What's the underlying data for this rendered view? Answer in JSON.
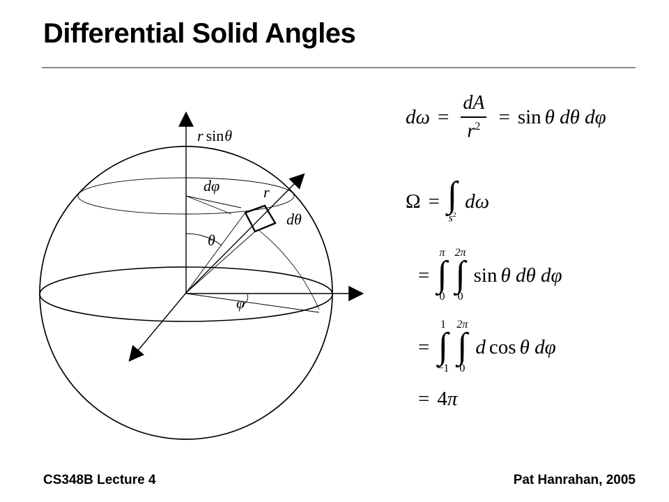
{
  "slide": {
    "title": "Differential Solid Angles",
    "footer": {
      "left": "CS348B Lecture 4",
      "right": "Pat Hanrahan, 2005"
    }
  },
  "diagram": {
    "labels": {
      "r_top": "r",
      "sin_top": "sin",
      "theta_top": "θ",
      "d_phi": "dφ",
      "radius": "r",
      "d_theta": "dθ",
      "theta": "θ",
      "phi": "φ"
    }
  },
  "equations": {
    "eq1": {
      "lhs": "dω",
      "eq1": "=",
      "num": "dA",
      "den_base": "r",
      "den_exp": "2",
      "eq2": "=",
      "fn": "sin",
      "rhs": "θ dθ dφ"
    },
    "eq2": {
      "lhs": "Ω",
      "eq": "=",
      "int": "∫",
      "lower_base": "s",
      "lower_exp": "2",
      "rhs": "dω"
    },
    "eq3": {
      "eq": "=",
      "int1": "∫",
      "int1_upper": "π",
      "int1_lower": "0",
      "int2": "∫",
      "int2_upper": "2π",
      "int2_lower": "0",
      "fn": "sin",
      "rhs": "θ dθ dφ"
    },
    "eq4": {
      "eq": "=",
      "int1": "∫",
      "int1_upper": "1",
      "int1_lower": "−1",
      "int2": "∫",
      "int2_upper": "2π",
      "int2_lower": "0",
      "d": "d",
      "fn": "cos",
      "rhs": "θ dφ"
    },
    "eq5": {
      "eq": "=",
      "coef": "4",
      "pi": "π"
    }
  }
}
